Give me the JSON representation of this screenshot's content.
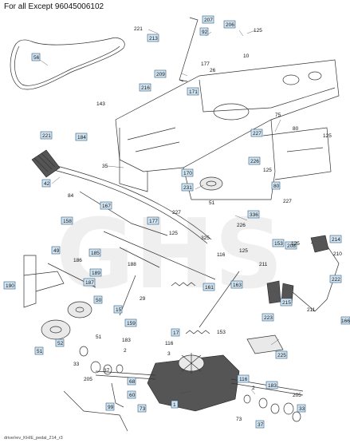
{
  "header": {
    "title": "For all Except 96045006102"
  },
  "footer": {
    "code": "drive/rev_KH/E_pedal_214_r3"
  },
  "watermark": {
    "text": "GHS"
  },
  "callouts": {
    "c221a": "221",
    "c213": "213",
    "c207": "207",
    "c92": "92",
    "c206": "206",
    "c125a": "125",
    "c177a": "177",
    "c10": "10",
    "c56": "56",
    "c26": "26",
    "c209": "209",
    "c171": "171",
    "c216": "216",
    "c143": "143",
    "c75": "75",
    "c221b": "221",
    "c184": "184",
    "c80": "80",
    "c227a": "227",
    "c125b": "125",
    "c226a": "226",
    "c125c": "125",
    "c35": "35",
    "c42": "42",
    "c170": "170",
    "c231": "231",
    "c51a": "51",
    "c227b": "227",
    "c80b": "80",
    "c84": "84",
    "c167": "167",
    "c177b": "177",
    "c227c": "227",
    "c336": "336",
    "c226b": "226",
    "c158": "158",
    "c125d": "125",
    "c325": "325",
    "c116a": "116",
    "c125e": "125",
    "c214": "214",
    "c153": "153",
    "c208": "208",
    "c49": "49",
    "c185": "185",
    "c186": "186",
    "c189": "189",
    "c188": "188",
    "c211a": "211",
    "c210": "210",
    "c187": "187",
    "c190": "190",
    "c163": "163",
    "c161": "161",
    "c29": "29",
    "c215": "215",
    "c222": "222",
    "c50": "50",
    "c211b": "211",
    "c166": "166",
    "c15": "15",
    "c223": "223",
    "c159": "159",
    "c17": "17",
    "c153b": "153",
    "c52": "52",
    "c51b": "51",
    "c51c": "51",
    "c225": "225",
    "c116b": "116",
    "c183a": "183",
    "c2a": "2",
    "c3": "3",
    "c33a": "33",
    "c205a": "205",
    "c37a": "37",
    "c116c": "116",
    "c68": "68",
    "c60": "60",
    "c99": "99",
    "c73a": "73",
    "c1": "1",
    "c2b": "2",
    "c183b": "183",
    "c205b": "205",
    "c33b": "33",
    "c37b": "37",
    "c73b": "73"
  }
}
